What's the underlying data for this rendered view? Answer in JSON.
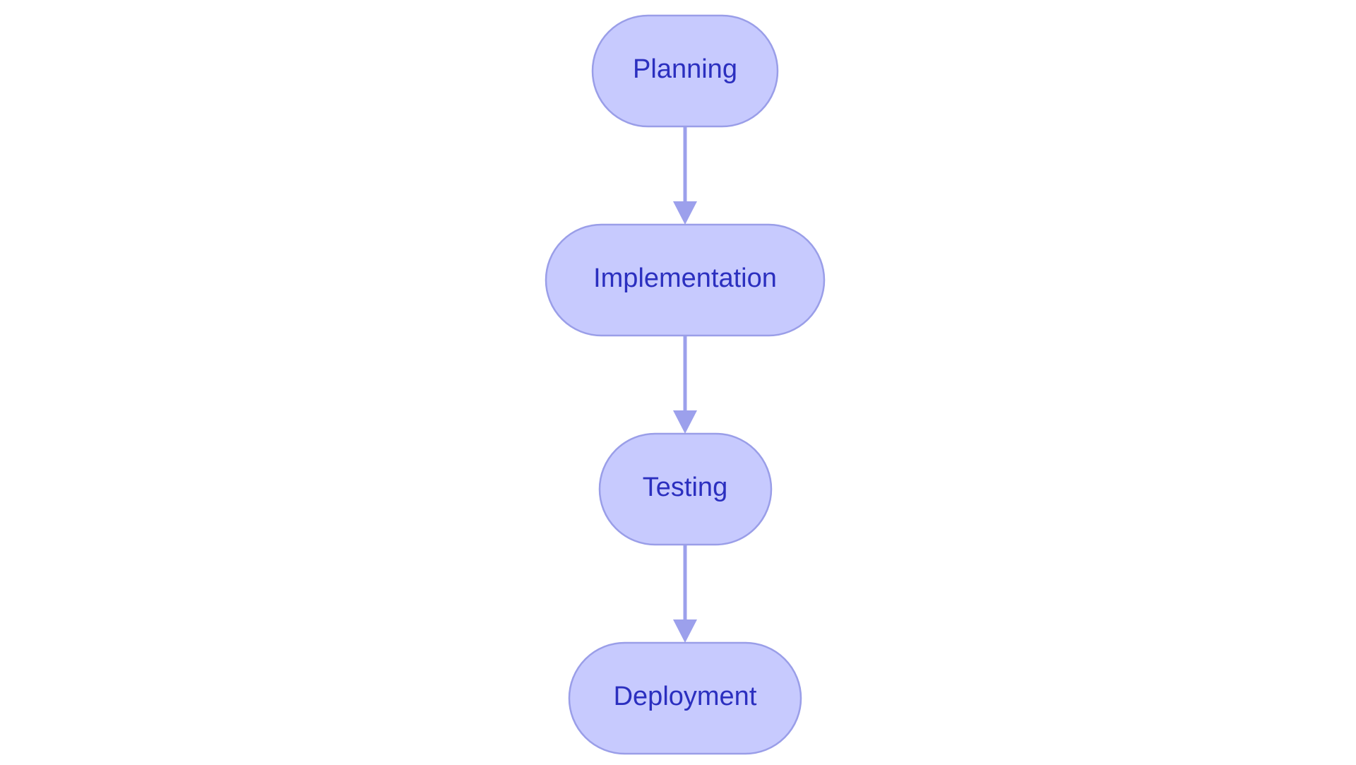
{
  "diagram": {
    "nodes": [
      {
        "id": "planning",
        "label": "Planning"
      },
      {
        "id": "implementation",
        "label": "Implementation"
      },
      {
        "id": "testing",
        "label": "Testing"
      },
      {
        "id": "deployment",
        "label": "Deployment"
      }
    ],
    "edges": [
      {
        "from": "planning",
        "to": "implementation"
      },
      {
        "from": "implementation",
        "to": "testing"
      },
      {
        "from": "testing",
        "to": "deployment"
      }
    ],
    "colors": {
      "node_fill": "#c7cafe",
      "node_border": "#9a9ee8",
      "node_text": "#2b2fbf",
      "edge": "#9ca0ec",
      "background": "#ffffff"
    }
  }
}
